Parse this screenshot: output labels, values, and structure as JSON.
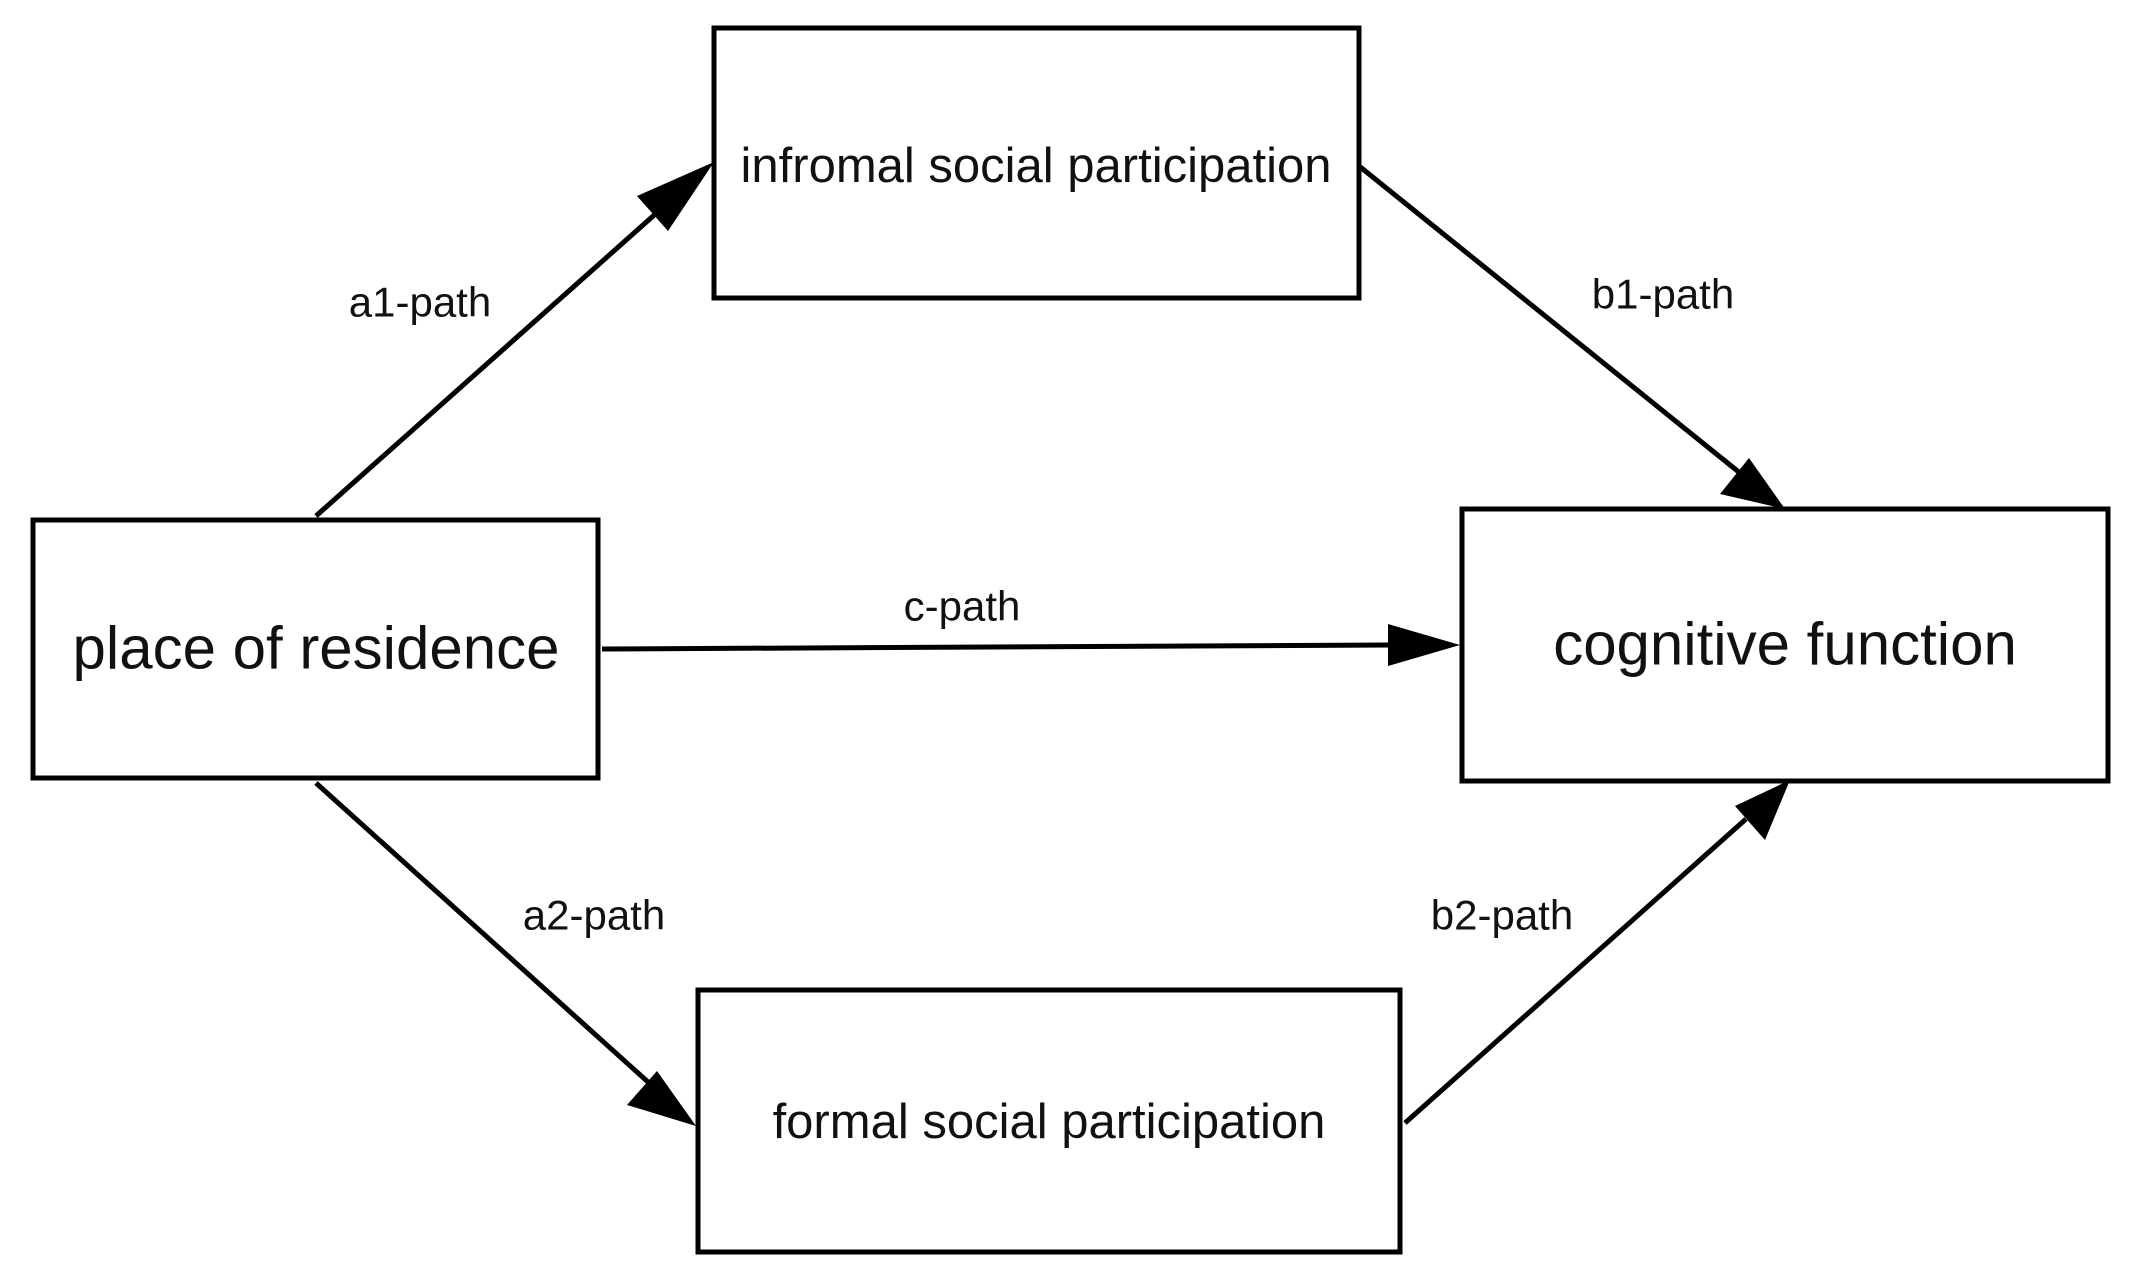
{
  "diagram": {
    "nodes": {
      "informal": {
        "label": "infromal social participation"
      },
      "residence": {
        "label": "place of residence"
      },
      "cognitive": {
        "label": "cognitive function"
      },
      "formal": {
        "label": "formal social participation"
      }
    },
    "edges": {
      "a1": {
        "label": "a1-path",
        "from": "place of residence",
        "to": "infromal social participation"
      },
      "b1": {
        "label": "b1-path",
        "from": "infromal social participation",
        "to": "cognitive function"
      },
      "c": {
        "label": "c-path",
        "from": "place of residence",
        "to": "cognitive function"
      },
      "a2": {
        "label": "a2-path",
        "from": "place of residence",
        "to": "formal social participation"
      },
      "b2": {
        "label": "b2-path",
        "from": "formal social participation",
        "to": "cognitive function"
      }
    },
    "colors": {
      "stroke": "#000000",
      "text": "#111111",
      "background": "#ffffff"
    }
  }
}
